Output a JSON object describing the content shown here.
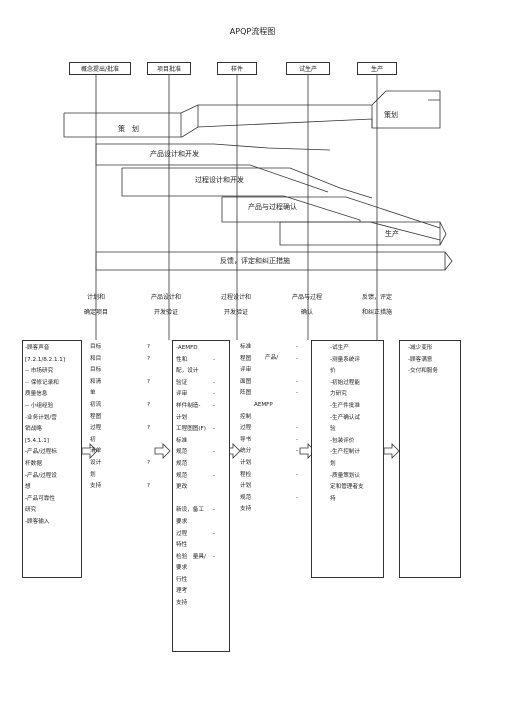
{
  "title": "APQP流程图",
  "phases": [
    "概念提出/批准",
    "项目批准",
    "样件",
    "试生产",
    "生产"
  ],
  "bands": {
    "planning": "策　划",
    "planning_right": "策划",
    "product_design": "产品设计和开发",
    "process_design": "过程设计和开发",
    "validation": "产品与过程确认",
    "production": "生产",
    "feedback": "反馈，评定和纠正措施"
  },
  "gates": [
    [
      "计划和",
      "确定项目"
    ],
    [
      "产品设计和",
      "开发验证"
    ],
    [
      "过程设计和",
      "开发验证"
    ],
    [
      "产品与过程",
      "确认"
    ],
    [
      "反馈，评定",
      "和纠正措施"
    ]
  ],
  "columns": {
    "inputs": [
      "-顾客声音",
      "[7.2.1/8.2.1.1]",
      "-- 市场研究",
      "-- 保修记录和",
      "质量信息",
      "-- 小组经验",
      "-业务计划/营",
      "销战略",
      "[5.4.1.1]",
      "-产品/过程标",
      "杆数据",
      "-产品/过程设",
      "想",
      "-产品可靠性",
      "研究",
      "-顾客输入"
    ],
    "planning_a": [
      "目标",
      "和目",
      "目标",
      "和清",
      "单",
      "初流",
      "程图",
      "过程",
      "初",
      "清单",
      "设计",
      "划",
      "支持"
    ],
    "planning_b": [
      "?",
      "?",
      "?",
      "?",
      "?",
      "?",
      "?",
      "?"
    ],
    "product": [
      "-AEMFD",
      "性和",
      "配，设计",
      "验证",
      "评审",
      "样件制造-",
      "计划",
      "工程图图(F)",
      "标准",
      "规范",
      "规范",
      "规范",
      "更改",
      "",
      "新设，备工",
      "要求",
      "过程",
      "特性",
      "检验　量具/",
      "要求",
      "行性",
      "理考",
      "支持"
    ],
    "product_dash": [
      "-",
      "-",
      "-",
      "-",
      "-",
      "-",
      "-",
      "-",
      "-",
      "-"
    ],
    "process": [
      "标准",
      "程图",
      "评审",
      "面图",
      "阵图",
      "AEMFP",
      "控制",
      "过程",
      "导书",
      "统分",
      "计划",
      "程检",
      "计划",
      "规范",
      "支持"
    ],
    "process_mid": [
      "产品/"
    ],
    "process_dash": [
      "-",
      "-",
      "-",
      "-",
      "-",
      "-",
      "-",
      "-",
      "-"
    ],
    "validation": [
      "-试生产",
      "-测量系统评",
      "价",
      "-初始过程能",
      "力研究",
      "-生产件批准",
      "-生产确认试",
      "验",
      "-包装评价",
      "-生产控制计",
      "划",
      "-质量策划认",
      "定和管理者支",
      "持"
    ],
    "feedback": [
      "-减少变形",
      "-顾客满意",
      "-交付和服务"
    ]
  }
}
